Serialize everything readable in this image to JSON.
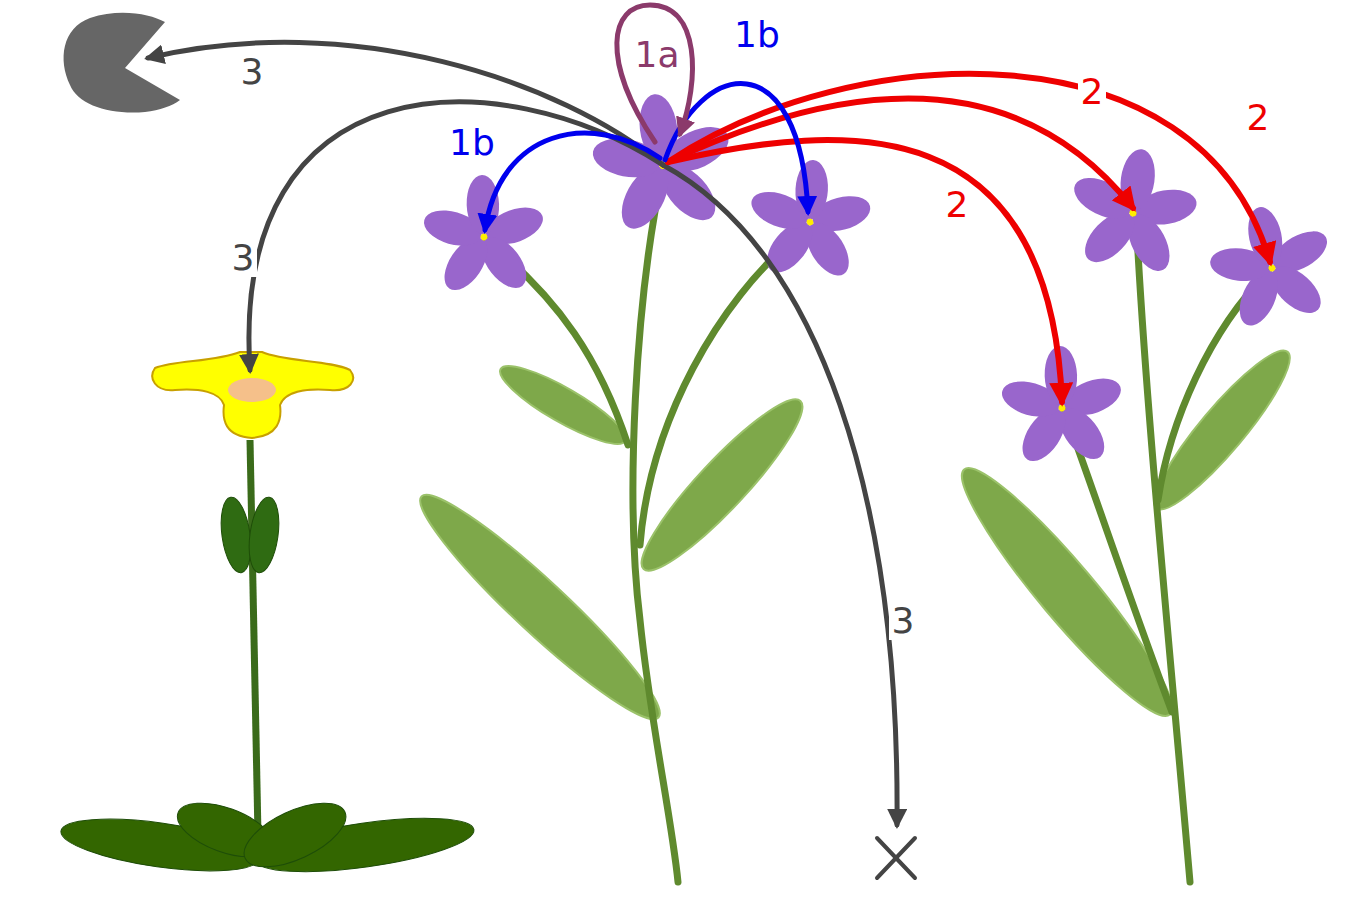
{
  "diagram": {
    "labels": [
      "1a",
      "1b",
      "1b",
      "2",
      "2",
      "2",
      "3",
      "3",
      "3"
    ]
  }
}
